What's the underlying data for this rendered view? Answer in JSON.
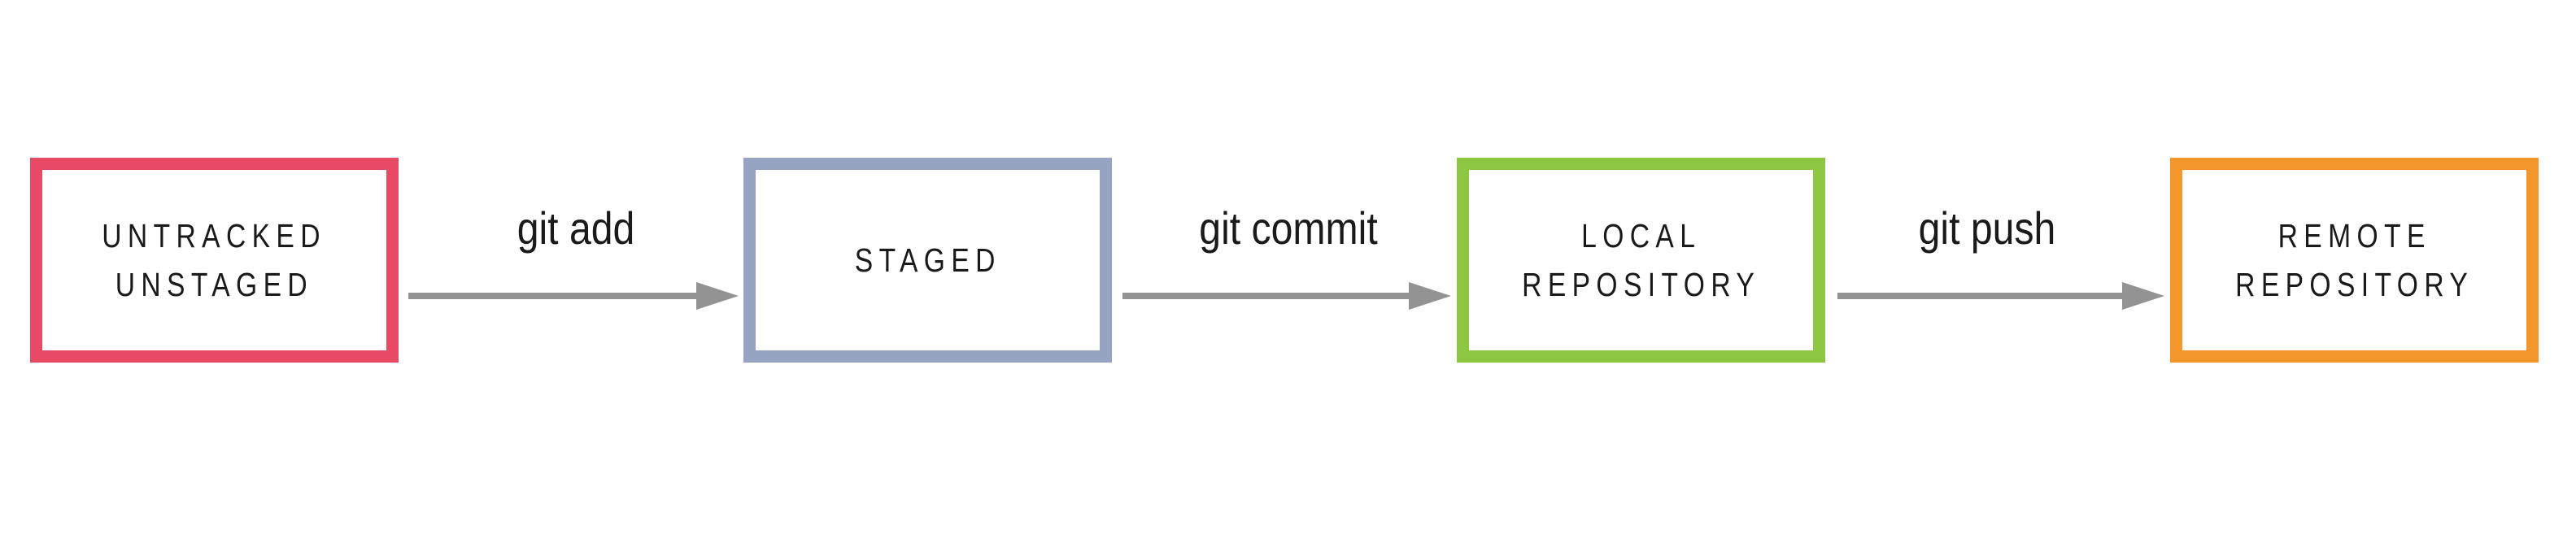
{
  "states": [
    {
      "lines": [
        "UNTRACKED",
        "UNSTAGED"
      ],
      "color": "#e84a66"
    },
    {
      "lines": [
        "STAGED"
      ],
      "color": "#96a3c1"
    },
    {
      "lines": [
        "LOCAL",
        "REPOSITORY"
      ],
      "color": "#8dc641"
    },
    {
      "lines": [
        "REMOTE",
        "REPOSITORY"
      ],
      "color": "#f3962b"
    }
  ],
  "commands": [
    {
      "label": "git add"
    },
    {
      "label": "git commit"
    },
    {
      "label": "git push"
    }
  ],
  "arrow_color": "#939393"
}
